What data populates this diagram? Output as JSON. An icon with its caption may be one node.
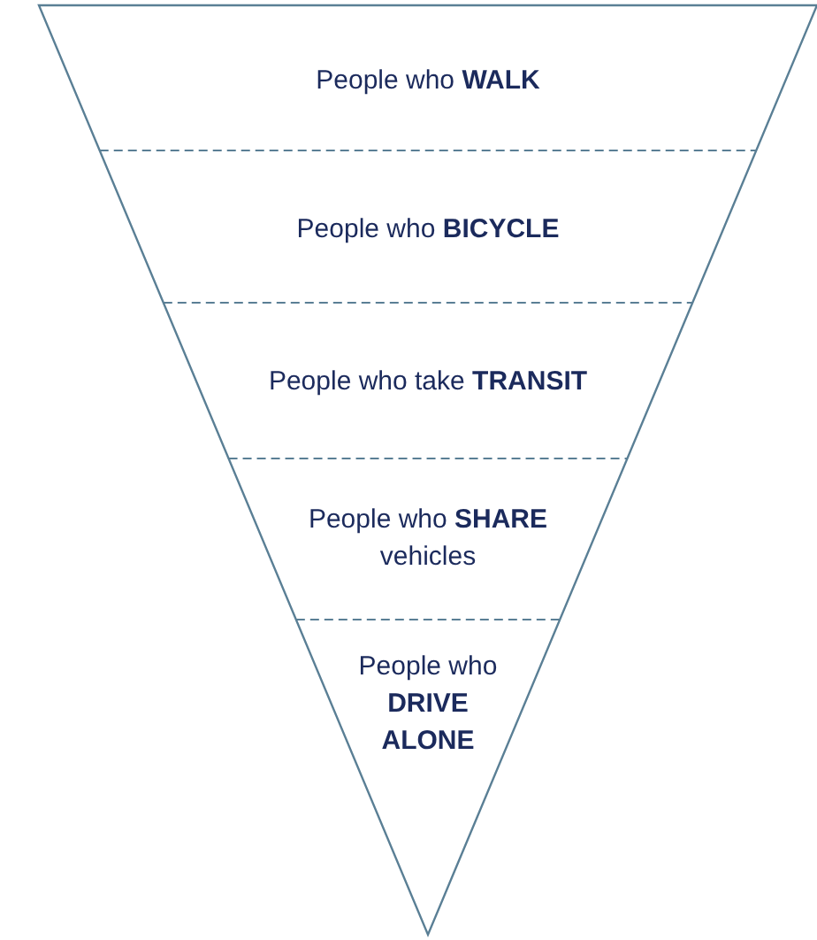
{
  "diagram": {
    "nodes": [
      {
        "text": [
          "People who **WALK**"
        ]
      },
      {
        "text": [
          "People who **BICYCLE**"
        ]
      },
      {
        "text": [
          "People who take **TRANSIT**"
        ]
      },
      {
        "text": [
          "People who **SHARE** vehicles"
        ]
      },
      {
        "text": [
          "People who **DRIVE** **ALONE**"
        ]
      }
    ]
  }
}
